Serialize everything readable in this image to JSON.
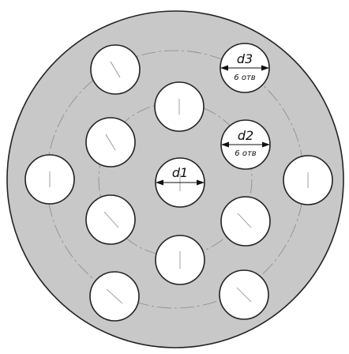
{
  "drawing": {
    "plate_color": "#c8c8c8",
    "hole_color": "#ffffff",
    "line_color": "#222222",
    "centerline_color": "#777777"
  },
  "labels": {
    "d1": "d1",
    "d2": "d2",
    "d2_note": "6 отв",
    "d3": "d3",
    "d3_note": "6 отв"
  }
}
